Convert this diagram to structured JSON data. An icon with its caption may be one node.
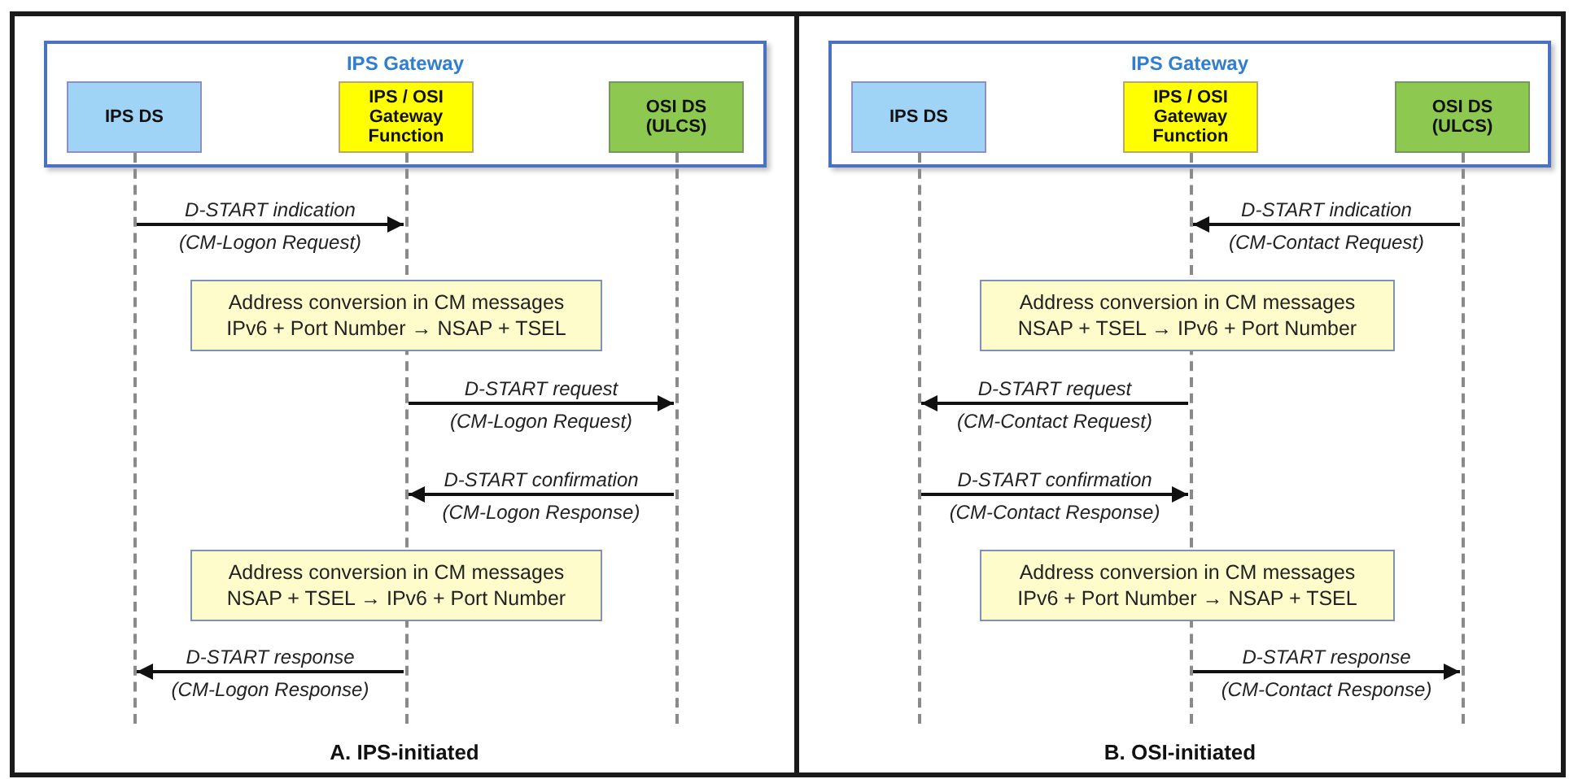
{
  "diagram": {
    "nodes": [
      {
        "text": [
          "A. IPS-initiated"
        ]
      },
      {
        "text": [
          "IPS Gateway"
        ],
        "in": 0
      },
      {
        "text": [
          "IPS DS"
        ],
        "in": 1
      },
      {
        "text": [
          "IPS / OSI Gateway Function"
        ],
        "in": 1
      },
      {
        "text": [
          "OSI DS (ULCS)"
        ],
        "in": 1
      },
      {
        "text": [
          "Address conversion in CM messages",
          "IPv6 + Port Number → NSAP + TSEL"
        ],
        "in": 0
      },
      {
        "text": [
          "Address conversion in CM messages",
          "NSAP + TSEL → IPv6 + Port Number"
        ],
        "in": 0
      },
      {
        "text": [
          "B. OSI-initiated"
        ]
      },
      {
        "text": [
          "IPS Gateway"
        ],
        "in": 7
      },
      {
        "text": [
          "IPS DS"
        ],
        "in": 8
      },
      {
        "text": [
          "IPS / OSI Gateway Function"
        ],
        "in": 8
      },
      {
        "text": [
          "OSI DS (ULCS)"
        ],
        "in": 8
      },
      {
        "text": [
          "Address conversion in CM messages",
          "NSAP + TSEL → IPv6 + Port Number"
        ],
        "in": 7
      },
      {
        "text": [
          "Address conversion in CM messages",
          "IPv6 + Port Number → NSAP + TSEL"
        ],
        "in": 7
      },
      {
        "text": [],
        "shape": "line",
        "in": 0
      },
      {
        "text": [],
        "shape": "line",
        "in": 0
      },
      {
        "text": [],
        "shape": "line",
        "in": 0
      },
      {
        "text": [],
        "shape": "line",
        "in": 7
      },
      {
        "text": [],
        "shape": "line",
        "in": 7
      },
      {
        "text": [],
        "shape": "line",
        "in": 7
      }
    ],
    "edges": [
      {
        "from": 14,
        "to": 15,
        "arrow": "to",
        "label": "D-START indication"
      },
      {
        "from": 15,
        "to": 16,
        "arrow": "to",
        "label": "D-START request"
      },
      {
        "from": 16,
        "to": 15,
        "arrow": "to",
        "label": "D-START confirmation"
      },
      {
        "from": 15,
        "to": 14,
        "arrow": "to",
        "label": "D-START response"
      },
      {
        "from": 19,
        "to": 18,
        "arrow": "to",
        "label": "D-START indication"
      },
      {
        "from": 18,
        "to": 17,
        "arrow": "to",
        "label": "D-START request"
      },
      {
        "from": 17,
        "to": 18,
        "arrow": "to",
        "label": "D-START confirmation"
      },
      {
        "from": 18,
        "to": 19,
        "arrow": "to",
        "label": "D-START response"
      }
    ],
    "labels": [
      "(CM-Logon Request)",
      "(CM-Logon Request)",
      "(CM-Logon Response)",
      "(CM-Logon Response)",
      "(CM-Contact Request)",
      "(CM-Contact Request)",
      "(CM-Contact Response)",
      "(CM-Contact Response)"
    ]
  }
}
